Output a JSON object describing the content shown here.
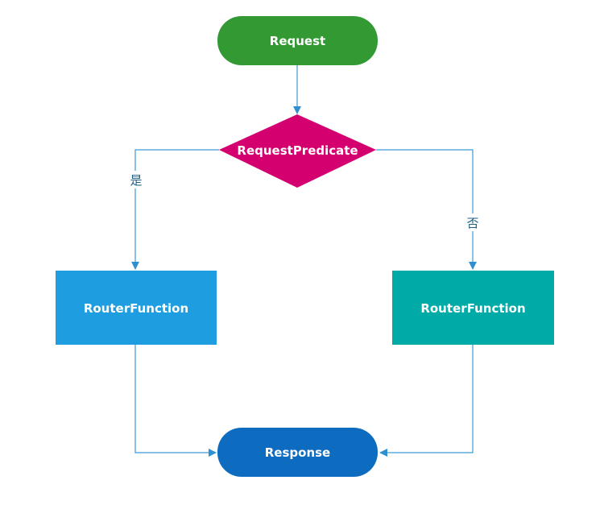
{
  "diagram": {
    "nodes": {
      "request": {
        "label": "Request",
        "color": "#339933"
      },
      "predicate": {
        "label": "RequestPredicate",
        "color": "#d4006f"
      },
      "router_left": {
        "label": "RouterFunction",
        "color": "#1e9de0"
      },
      "router_right": {
        "label": "RouterFunction",
        "color": "#00aaa6"
      },
      "response": {
        "label": "Response",
        "color": "#0e6cc0"
      }
    },
    "edges": {
      "yes_label": "是",
      "no_label": "否",
      "color": "#3c9ad6"
    }
  }
}
